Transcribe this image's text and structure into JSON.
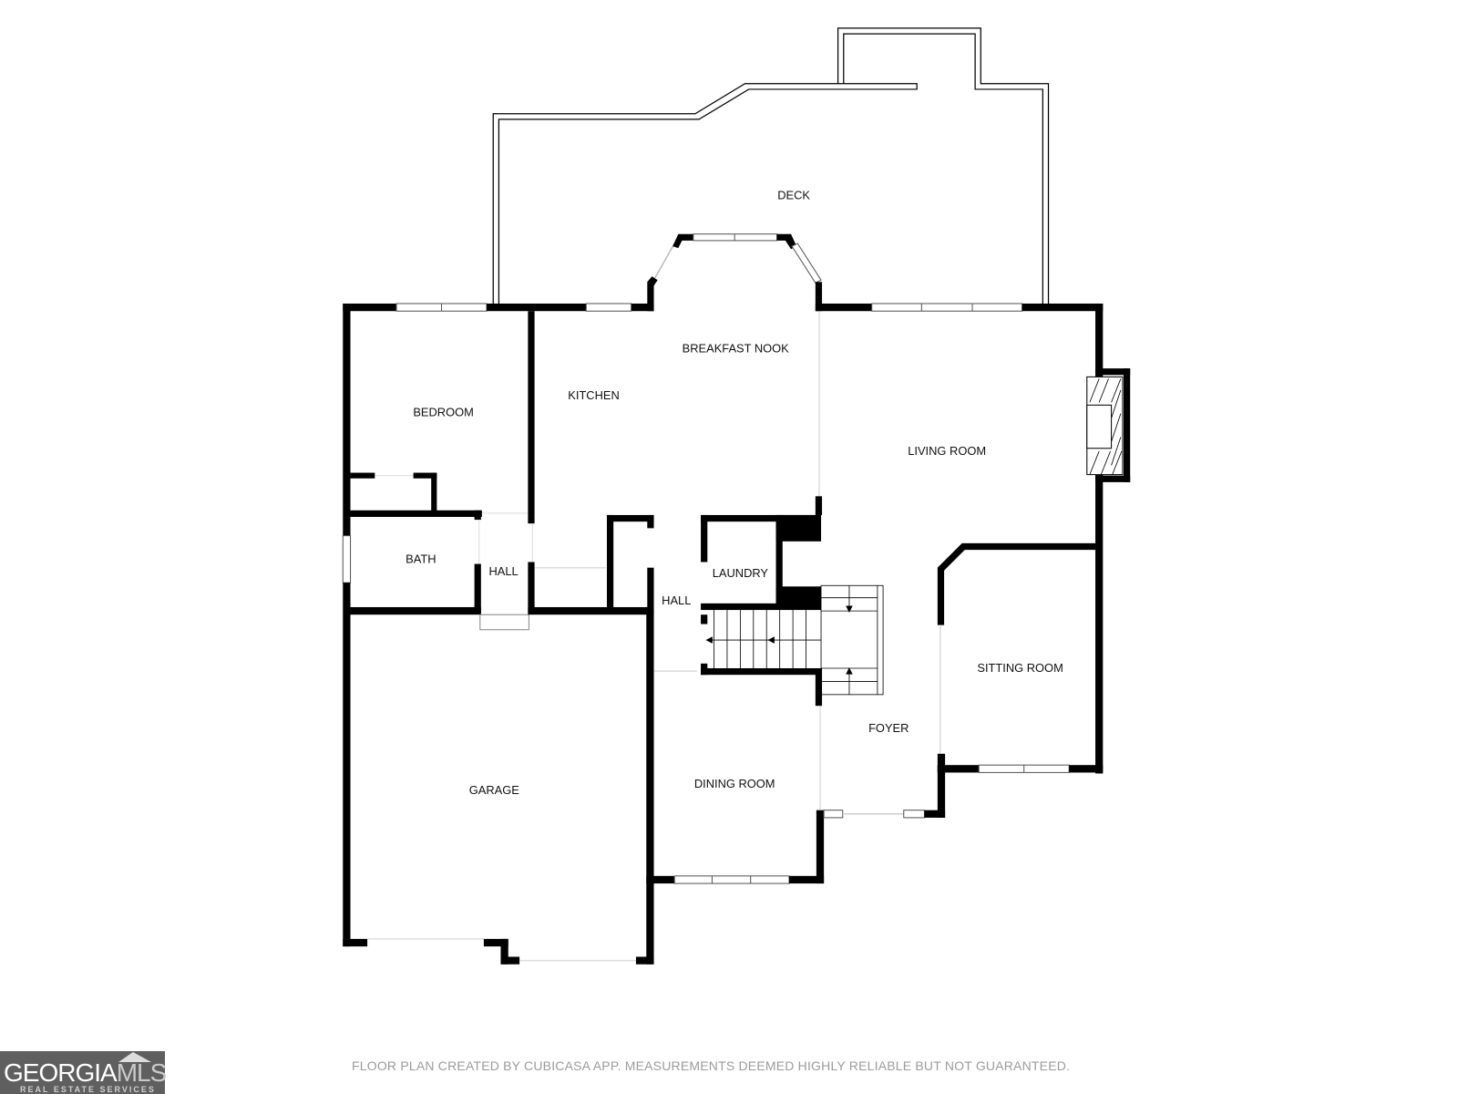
{
  "plan": {
    "rooms": [
      {
        "id": "deck",
        "label": "DECK"
      },
      {
        "id": "breakfast-nook",
        "label": "BREAKFAST NOOK"
      },
      {
        "id": "kitchen",
        "label": "KITCHEN"
      },
      {
        "id": "bedroom",
        "label": "BEDROOM"
      },
      {
        "id": "living-room",
        "label": "LIVING ROOM"
      },
      {
        "id": "bath",
        "label": "BATH"
      },
      {
        "id": "hall-1",
        "label": "HALL"
      },
      {
        "id": "laundry",
        "label": "LAUNDRY"
      },
      {
        "id": "hall-2",
        "label": "HALL"
      },
      {
        "id": "sitting-room",
        "label": "SITTING ROOM"
      },
      {
        "id": "foyer",
        "label": "FOYER"
      },
      {
        "id": "garage",
        "label": "GARAGE"
      },
      {
        "id": "dining-room",
        "label": "DINING ROOM"
      }
    ]
  },
  "logo": {
    "brand_main": "GEORGIA",
    "brand_accent": "MLS",
    "tagline": "REAL ESTATE SERVICES"
  },
  "footer": {
    "disclaimer": "FLOOR PLAN CREATED BY CUBICASA APP. MEASUREMENTS DEEMED HIGHLY RELIABLE BUT NOT GUARANTEED."
  }
}
